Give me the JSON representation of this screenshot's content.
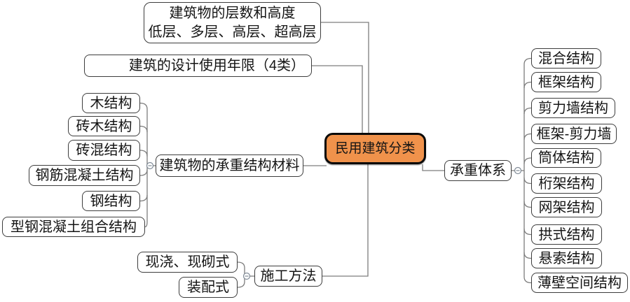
{
  "center": {
    "label": "民用建筑分类"
  },
  "colors": {
    "center_fill": "#F0924B",
    "center_border": "#0A0A0A",
    "box_border": "#3D3D3D",
    "connector": "#7D7D7D",
    "text": "#141414"
  },
  "icons": {
    "collapse": "minus-in-circle"
  },
  "branches": {
    "floors_height": {
      "line1": "建筑物的层数和高度",
      "line2": "低层、多层、高层、超高层"
    },
    "design_life": {
      "label": "建筑的设计使用年限（4类）"
    },
    "load_bearing_materials": {
      "label": "建筑物的承重结构材料",
      "children": [
        "木结构",
        "砖木结构",
        "砖混结构",
        "钢筋混凝土结构",
        "钢结构",
        "型钢混凝土组合结构"
      ]
    },
    "construction_method": {
      "label": "施工方法",
      "children": [
        "现浇、现砌式",
        "装配式"
      ]
    },
    "load_bearing_system": {
      "label": "承重体系",
      "children": [
        "混合结构",
        "框架结构",
        "剪力墙结构",
        "框架-剪力墙",
        "筒体结构",
        "桁架结构",
        "网架结构",
        "拱式结构",
        "悬索结构",
        "薄壁空间结构"
      ]
    }
  }
}
